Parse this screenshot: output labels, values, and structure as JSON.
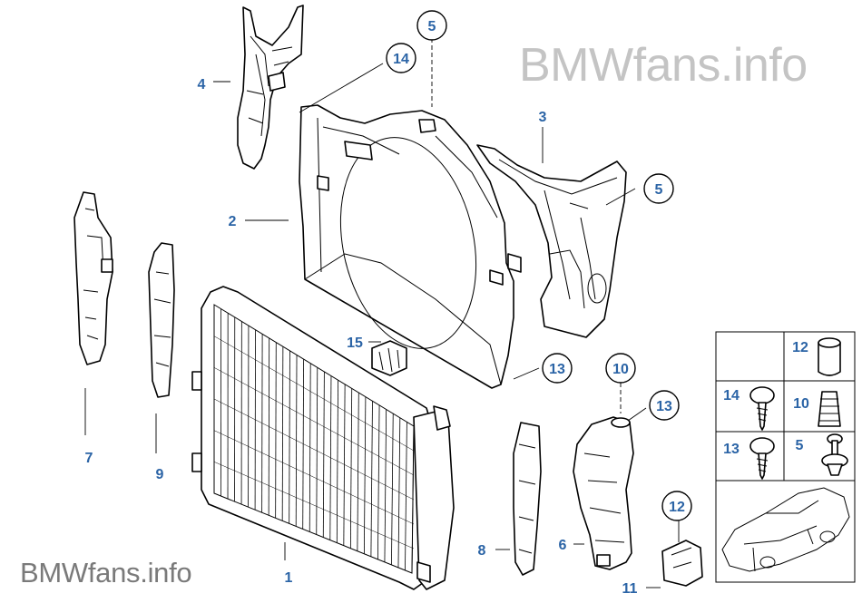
{
  "watermarks": {
    "top": "BMWfans.info",
    "bottom": "BMWfans.info"
  },
  "callouts": [
    {
      "id": "1",
      "circled": false
    },
    {
      "id": "2",
      "circled": false
    },
    {
      "id": "3",
      "circled": false
    },
    {
      "id": "4",
      "circled": false
    },
    {
      "id": "5",
      "circled": true
    },
    {
      "id": "14",
      "circled": true
    },
    {
      "id": "5",
      "circled": true
    },
    {
      "id": "6",
      "circled": false
    },
    {
      "id": "7",
      "circled": false
    },
    {
      "id": "8",
      "circled": false
    },
    {
      "id": "9",
      "circled": false
    },
    {
      "id": "10",
      "circled": true
    },
    {
      "id": "11",
      "circled": false
    },
    {
      "id": "12",
      "circled": true
    },
    {
      "id": "13",
      "circled": true
    },
    {
      "id": "13",
      "circled": true
    },
    {
      "id": "15",
      "circled": false
    }
  ],
  "legend": {
    "cells": [
      {
        "id": "12"
      },
      {
        "id": "14"
      },
      {
        "id": "10"
      },
      {
        "id": "13"
      },
      {
        "id": "5"
      }
    ]
  },
  "colors": {
    "callout": "#2b64a6",
    "line": "#000000",
    "watermark_light": "#c4c4c4",
    "watermark_dark": "#7a7a7a"
  }
}
